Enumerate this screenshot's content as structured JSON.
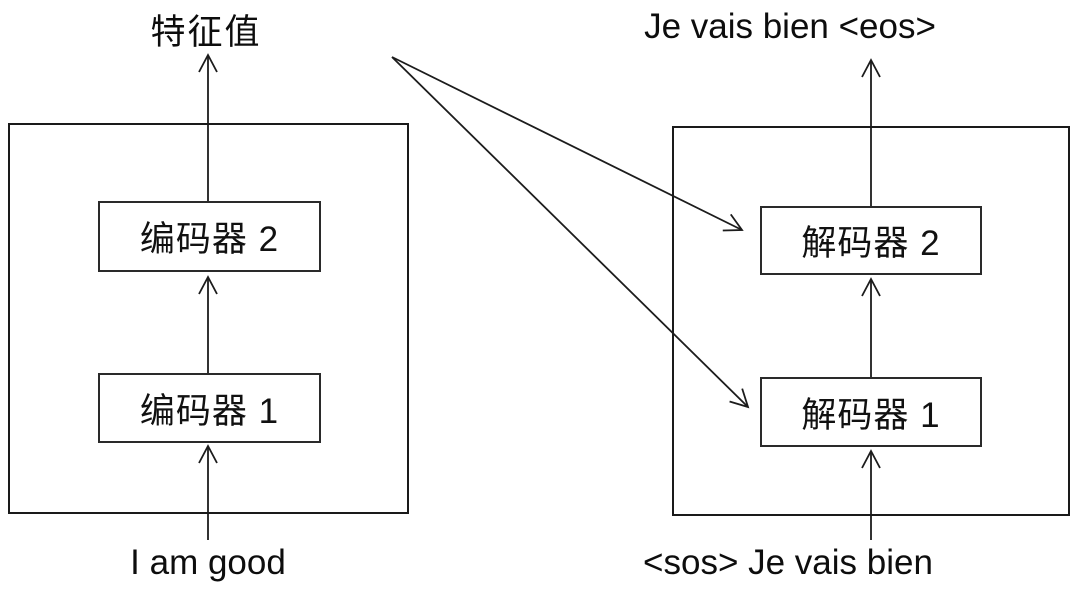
{
  "diagram": {
    "type": "seq2seq-encoder-decoder",
    "colors": {
      "background": "#ffffff",
      "line": "#1c1c1c",
      "box_border": "#1a1a1a",
      "text": "#111111"
    },
    "encoder": {
      "output_label": "特征值",
      "input_label": "I am good",
      "layers": [
        {
          "label": "编码器 1"
        },
        {
          "label": "编码器 2"
        }
      ]
    },
    "decoder": {
      "output_label": "Je vais bien <eos>",
      "input_label": "<sos> Je vais bien",
      "layers": [
        {
          "label": "解码器 1"
        },
        {
          "label": "解码器 2"
        }
      ]
    },
    "connections": [
      "encoder-input -> encoder-1",
      "encoder-1 -> encoder-2",
      "encoder-2 -> feature-value",
      "feature-value -> decoder-2",
      "feature-value -> decoder-1",
      "decoder-input -> decoder-1",
      "decoder-1 -> decoder-2",
      "decoder-2 -> decoder-output"
    ]
  }
}
